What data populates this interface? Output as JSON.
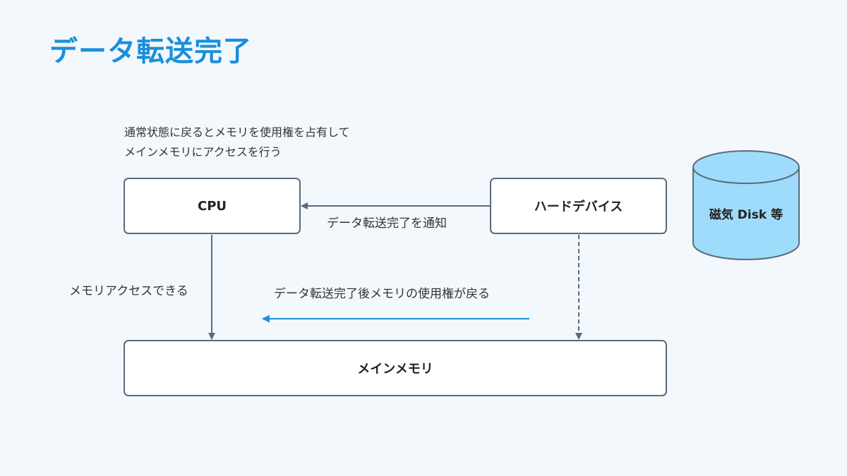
{
  "title": "データ転送完了",
  "colors": {
    "title": "#1a8fdc",
    "background": "#f3f8fc",
    "box_border": "#5b6b7c",
    "arrow": "#5b6b7c",
    "highlight_arrow": "#1a8fdc",
    "disk_fill": "#9fdcfb"
  },
  "note": {
    "line1": "通常状態に戻るとメモリを使用権を占有して",
    "line2": "メインメモリにアクセスを行う"
  },
  "boxes": {
    "cpu": "CPU",
    "hard_device": "ハードデバイス",
    "main_memory": "メインメモリ"
  },
  "disk": {
    "label": "磁気 Disk 等"
  },
  "labels": {
    "transfer_notify": "データ転送完了を通知",
    "memory_access": "メモリアクセスできる",
    "usage_returns": "データ転送完了後メモリの使用権が戻る"
  }
}
